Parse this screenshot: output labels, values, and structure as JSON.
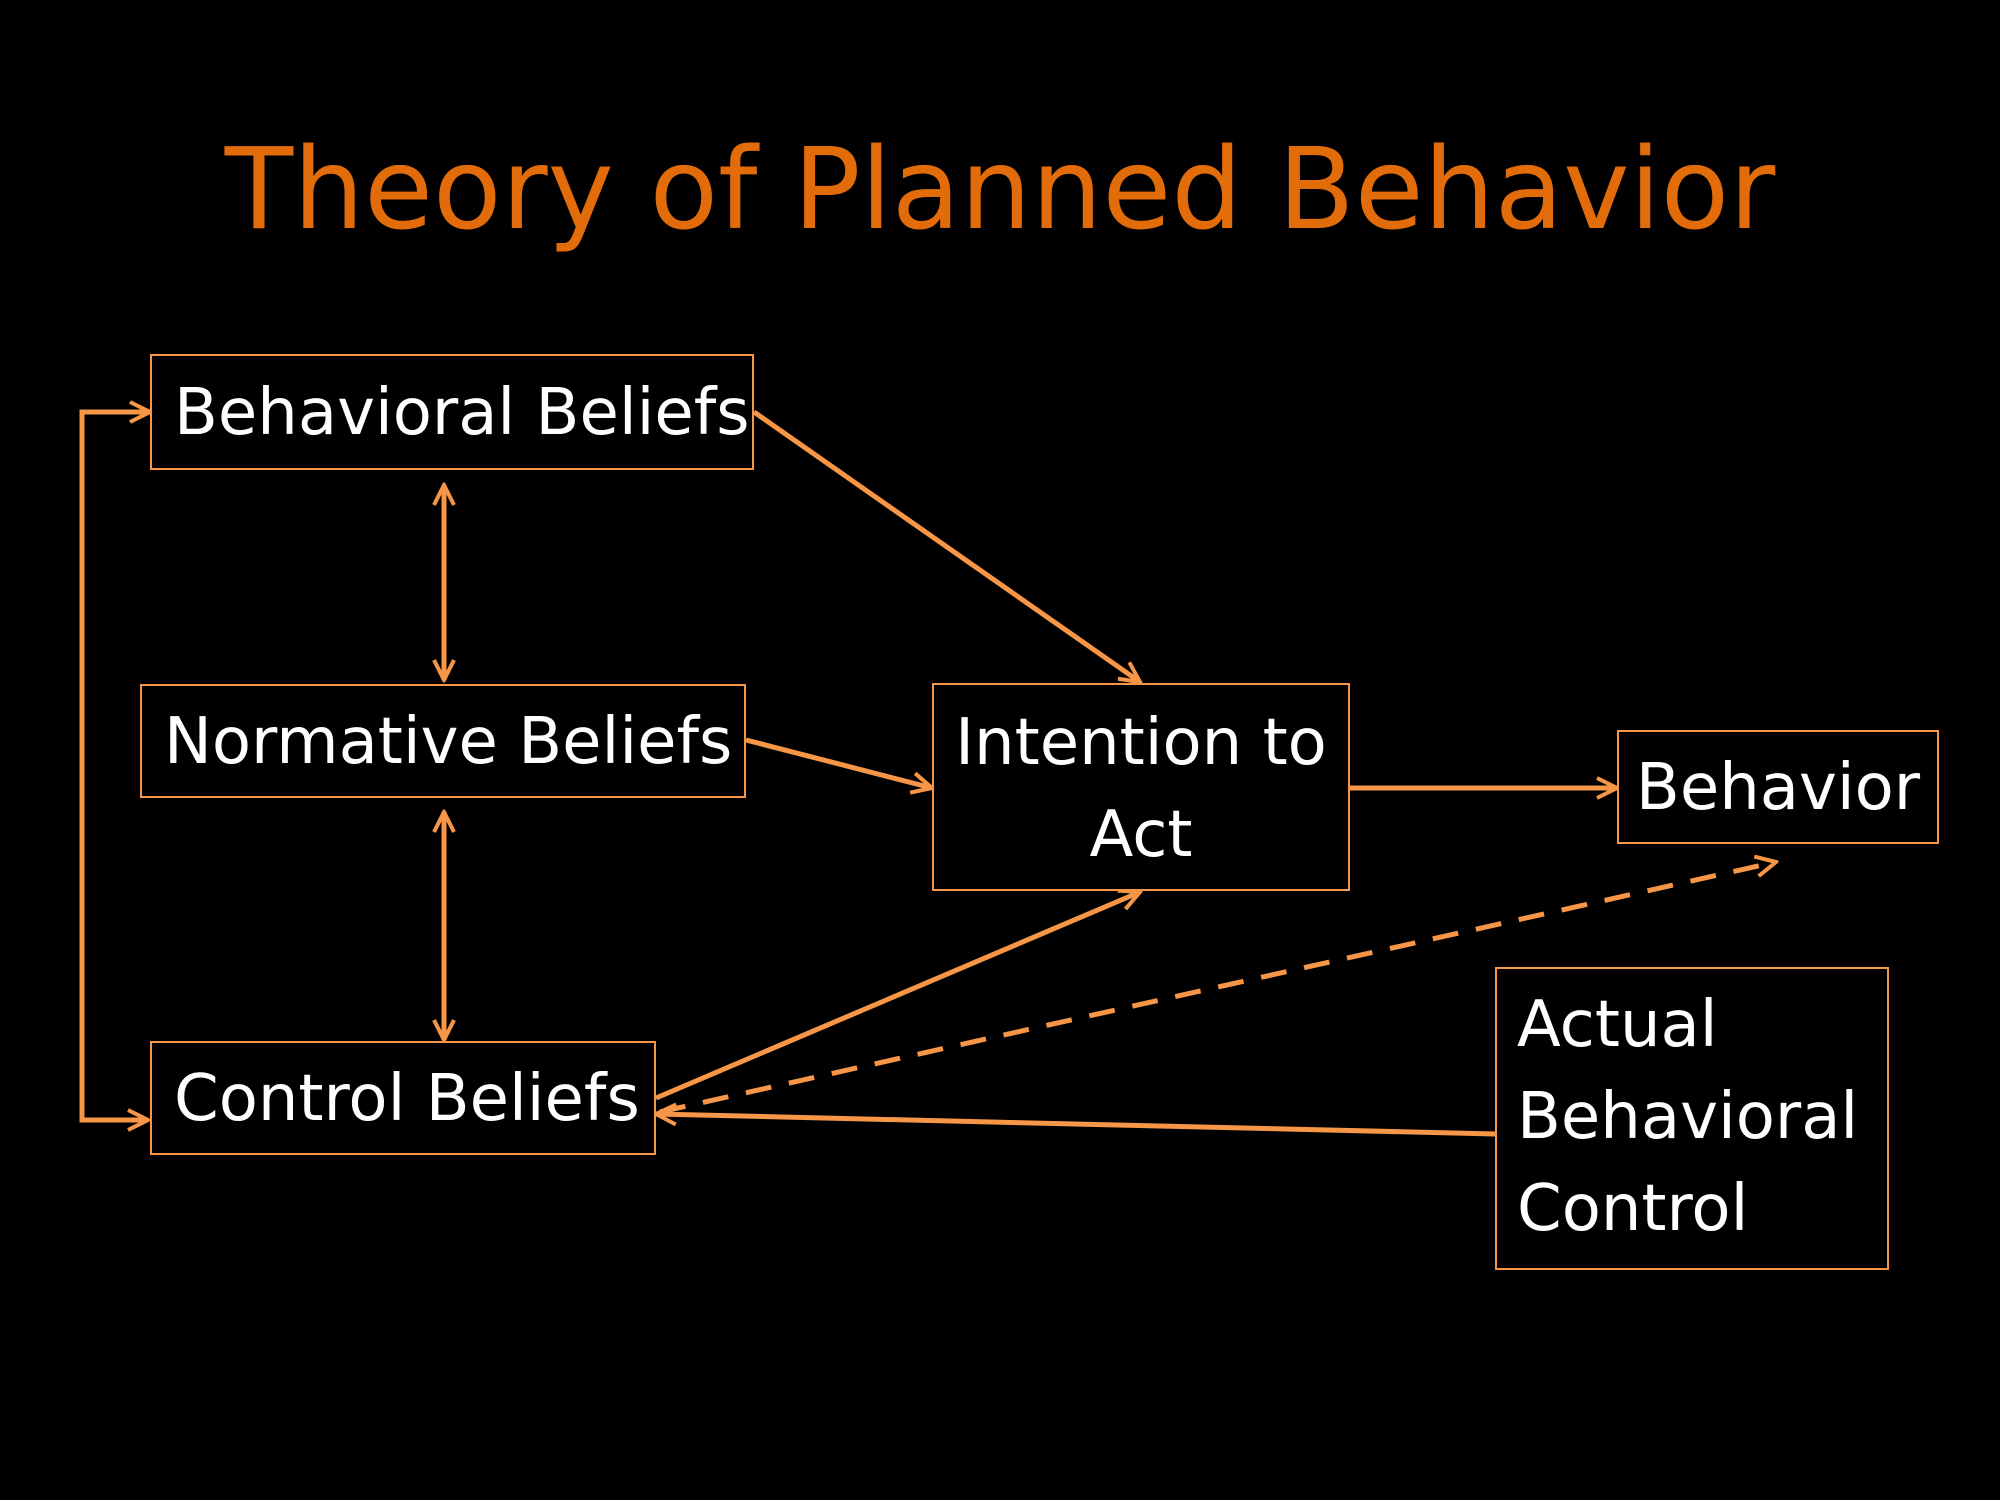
{
  "title": "Theory of Planned Behavior",
  "nodes": {
    "behavioral_beliefs": "Behavioral Beliefs",
    "normative_beliefs": "Normative Beliefs",
    "control_beliefs": "Control Beliefs",
    "intention": [
      "Intention to",
      "Act"
    ],
    "behavior": "Behavior",
    "actual_control": [
      "Actual",
      "Behavioral",
      "Control"
    ]
  },
  "colors": {
    "background": "#000000",
    "title": "#e36c0a",
    "accent": "#f79646",
    "text": "#ffffff"
  }
}
